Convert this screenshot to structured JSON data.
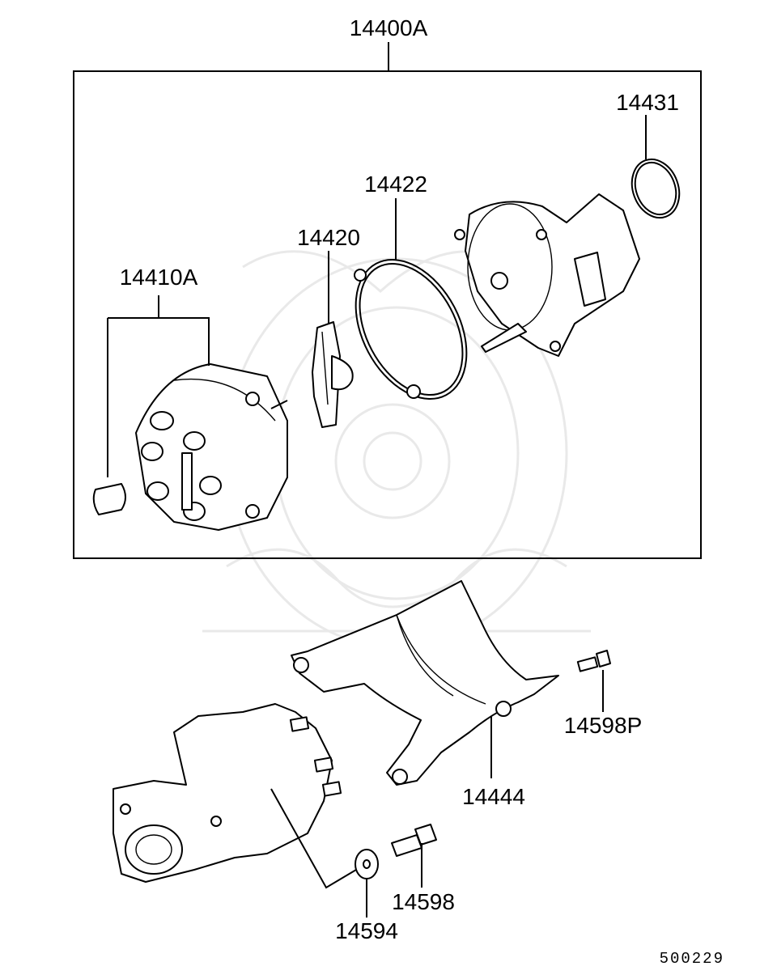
{
  "diagram": {
    "callouts": {
      "assembly": "14400A",
      "cap": "14410A",
      "rotor": "14420",
      "gasket": "14422",
      "oring": "14431",
      "bracket": "14444",
      "bolt_bracket": "14598P",
      "bolt": "14598",
      "washer": "14594"
    },
    "figure_code": "500229"
  }
}
